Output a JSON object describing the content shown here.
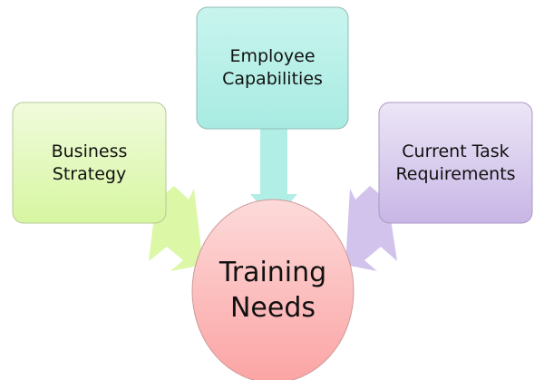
{
  "diagram": {
    "inputs": [
      {
        "line1": "Business",
        "line2": "Strategy",
        "color": "#dcf7a6"
      },
      {
        "line1": "Employee",
        "line2": "Capabilities",
        "color": "#b1efe6"
      },
      {
        "line1": "Current Task",
        "line2": "Requirements",
        "color": "#d2c3ec"
      }
    ],
    "center": {
      "line1": "Training",
      "line2": "Needs",
      "color": "#fdaeae"
    }
  }
}
